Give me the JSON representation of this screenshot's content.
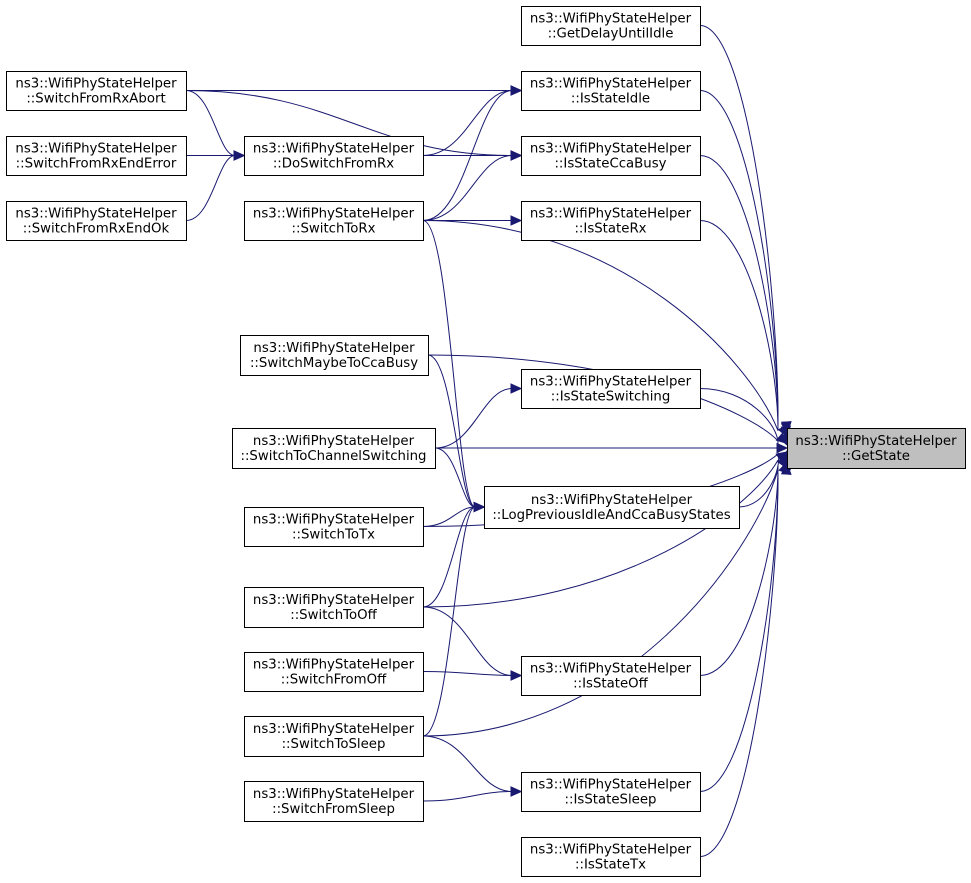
{
  "diagram": {
    "nodes": [
      {
        "id": "getstate",
        "line1": "ns3::WifiPhyStateHelper",
        "line2": "::GetState",
        "root": true
      },
      {
        "id": "getdelay",
        "line1": "ns3::WifiPhyStateHelper",
        "line2": "::GetDelayUntilIdle"
      },
      {
        "id": "isidle",
        "line1": "ns3::WifiPhyStateHelper",
        "line2": "::IsStateIdle"
      },
      {
        "id": "isccabusy",
        "line1": "ns3::WifiPhyStateHelper",
        "line2": "::IsStateCcaBusy"
      },
      {
        "id": "isrx",
        "line1": "ns3::WifiPhyStateHelper",
        "line2": "::IsStateRx"
      },
      {
        "id": "isswitching",
        "line1": "ns3::WifiPhyStateHelper",
        "line2": "::IsStateSwitching"
      },
      {
        "id": "logprev",
        "line1": "ns3::WifiPhyStateHelper",
        "line2": "::LogPreviousIdleAndCcaBusyStates"
      },
      {
        "id": "isoff",
        "line1": "ns3::WifiPhyStateHelper",
        "line2": "::IsStateOff"
      },
      {
        "id": "issleep",
        "line1": "ns3::WifiPhyStateHelper",
        "line2": "::IsStateSleep"
      },
      {
        "id": "istx",
        "line1": "ns3::WifiPhyStateHelper",
        "line2": "::IsStateTx"
      },
      {
        "id": "rxabort",
        "line1": "ns3::WifiPhyStateHelper",
        "line2": "::SwitchFromRxAbort"
      },
      {
        "id": "rxenderror",
        "line1": "ns3::WifiPhyStateHelper",
        "line2": "::SwitchFromRxEndError"
      },
      {
        "id": "rxendok",
        "line1": "ns3::WifiPhyStateHelper",
        "line2": "::SwitchFromRxEndOk"
      },
      {
        "id": "doswitchfromrx",
        "line1": "ns3::WifiPhyStateHelper",
        "line2": "::DoSwitchFromRx"
      },
      {
        "id": "switchtorx",
        "line1": "ns3::WifiPhyStateHelper",
        "line2": "::SwitchToRx"
      },
      {
        "id": "maybecca",
        "line1": "ns3::WifiPhyStateHelper",
        "line2": "::SwitchMaybeToCcaBusy"
      },
      {
        "id": "tochannel",
        "line1": "ns3::WifiPhyStateHelper",
        "line2": "::SwitchToChannelSwitching"
      },
      {
        "id": "switchtotx",
        "line1": "ns3::WifiPhyStateHelper",
        "line2": "::SwitchToTx"
      },
      {
        "id": "switchtooff",
        "line1": "ns3::WifiPhyStateHelper",
        "line2": "::SwitchToOff"
      },
      {
        "id": "switchfromoff",
        "line1": "ns3::WifiPhyStateHelper",
        "line2": "::SwitchFromOff"
      },
      {
        "id": "switchtosleep",
        "line1": "ns3::WifiPhyStateHelper",
        "line2": "::SwitchToSleep"
      },
      {
        "id": "switchfromsleep",
        "line1": "ns3::WifiPhyStateHelper",
        "line2": "::SwitchFromSleep"
      }
    ],
    "edges": [
      {
        "from": "getdelay",
        "to": "getstate"
      },
      {
        "from": "isidle",
        "to": "getstate"
      },
      {
        "from": "isccabusy",
        "to": "getstate"
      },
      {
        "from": "isrx",
        "to": "getstate"
      },
      {
        "from": "switchtorx",
        "to": "getstate"
      },
      {
        "from": "maybecca",
        "to": "getstate"
      },
      {
        "from": "isswitching",
        "to": "getstate"
      },
      {
        "from": "tochannel",
        "to": "getstate"
      },
      {
        "from": "logprev",
        "to": "getstate"
      },
      {
        "from": "switchtotx",
        "to": "getstate"
      },
      {
        "from": "switchtooff",
        "to": "getstate"
      },
      {
        "from": "isoff",
        "to": "getstate"
      },
      {
        "from": "switchtosleep",
        "to": "getstate"
      },
      {
        "from": "issleep",
        "to": "getstate"
      },
      {
        "from": "istx",
        "to": "getstate"
      },
      {
        "from": "rxabort",
        "to": "isidle"
      },
      {
        "from": "rxabort",
        "to": "isccabusy"
      },
      {
        "from": "rxabort",
        "to": "doswitchfromrx"
      },
      {
        "from": "rxenderror",
        "to": "doswitchfromrx"
      },
      {
        "from": "rxendok",
        "to": "doswitchfromrx"
      },
      {
        "from": "doswitchfromrx",
        "to": "isidle"
      },
      {
        "from": "doswitchfromrx",
        "to": "isccabusy"
      },
      {
        "from": "switchtorx",
        "to": "isidle"
      },
      {
        "from": "switchtorx",
        "to": "isccabusy"
      },
      {
        "from": "switchtorx",
        "to": "isrx"
      },
      {
        "from": "switchtorx",
        "to": "logprev"
      },
      {
        "from": "maybecca",
        "to": "logprev"
      },
      {
        "from": "tochannel",
        "to": "isswitching"
      },
      {
        "from": "tochannel",
        "to": "logprev"
      },
      {
        "from": "switchtotx",
        "to": "logprev"
      },
      {
        "from": "switchtooff",
        "to": "logprev"
      },
      {
        "from": "switchtooff",
        "to": "isoff"
      },
      {
        "from": "switchfromoff",
        "to": "isoff"
      },
      {
        "from": "switchtosleep",
        "to": "logprev"
      },
      {
        "from": "switchtosleep",
        "to": "issleep"
      },
      {
        "from": "switchfromsleep",
        "to": "issleep"
      }
    ]
  }
}
